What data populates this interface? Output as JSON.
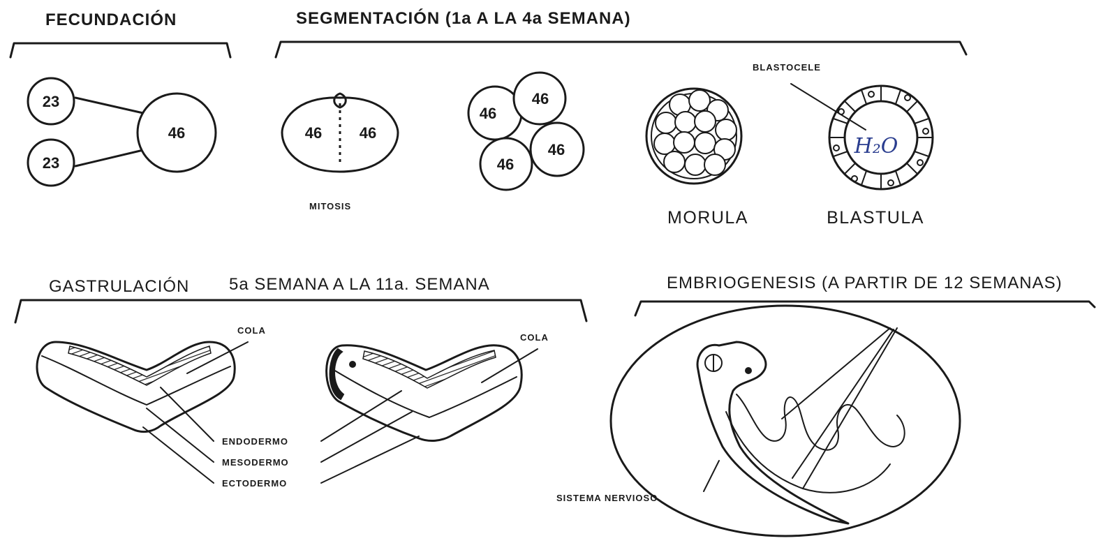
{
  "fecundacion": {
    "title": "FECUNDACIÓN",
    "gamete_top": "23",
    "gamete_bottom": "23",
    "zygote": "46"
  },
  "segmentacion": {
    "title": "SEGMENTACIÓN  (1a A LA 4a SEMANA)",
    "mitosis": {
      "left_cell": "46",
      "right_cell": "46",
      "label": "MITOSIS"
    },
    "four_cells": [
      "46",
      "46",
      "46",
      "46"
    ],
    "morula_label": "MORULA",
    "blastula_label": "BLASTULA",
    "blastocele_label": "BLASTOCELE",
    "blastocele_content": "H₂O"
  },
  "gastrulacion": {
    "title": "GASTRULACIÓN",
    "period": "5a SEMANA A LA 11a. SEMANA",
    "cola_left": "COLA",
    "cola_right": "COLA",
    "layers": [
      "ENDODERMO",
      "MESODERMO",
      "ECTODERMO"
    ]
  },
  "embriogenesis": {
    "title": "EMBRIOGENESIS  (A PARTIR DE 12 SEMANAS)",
    "nervous_system_label": "SISTEMA NERVIOSO"
  }
}
